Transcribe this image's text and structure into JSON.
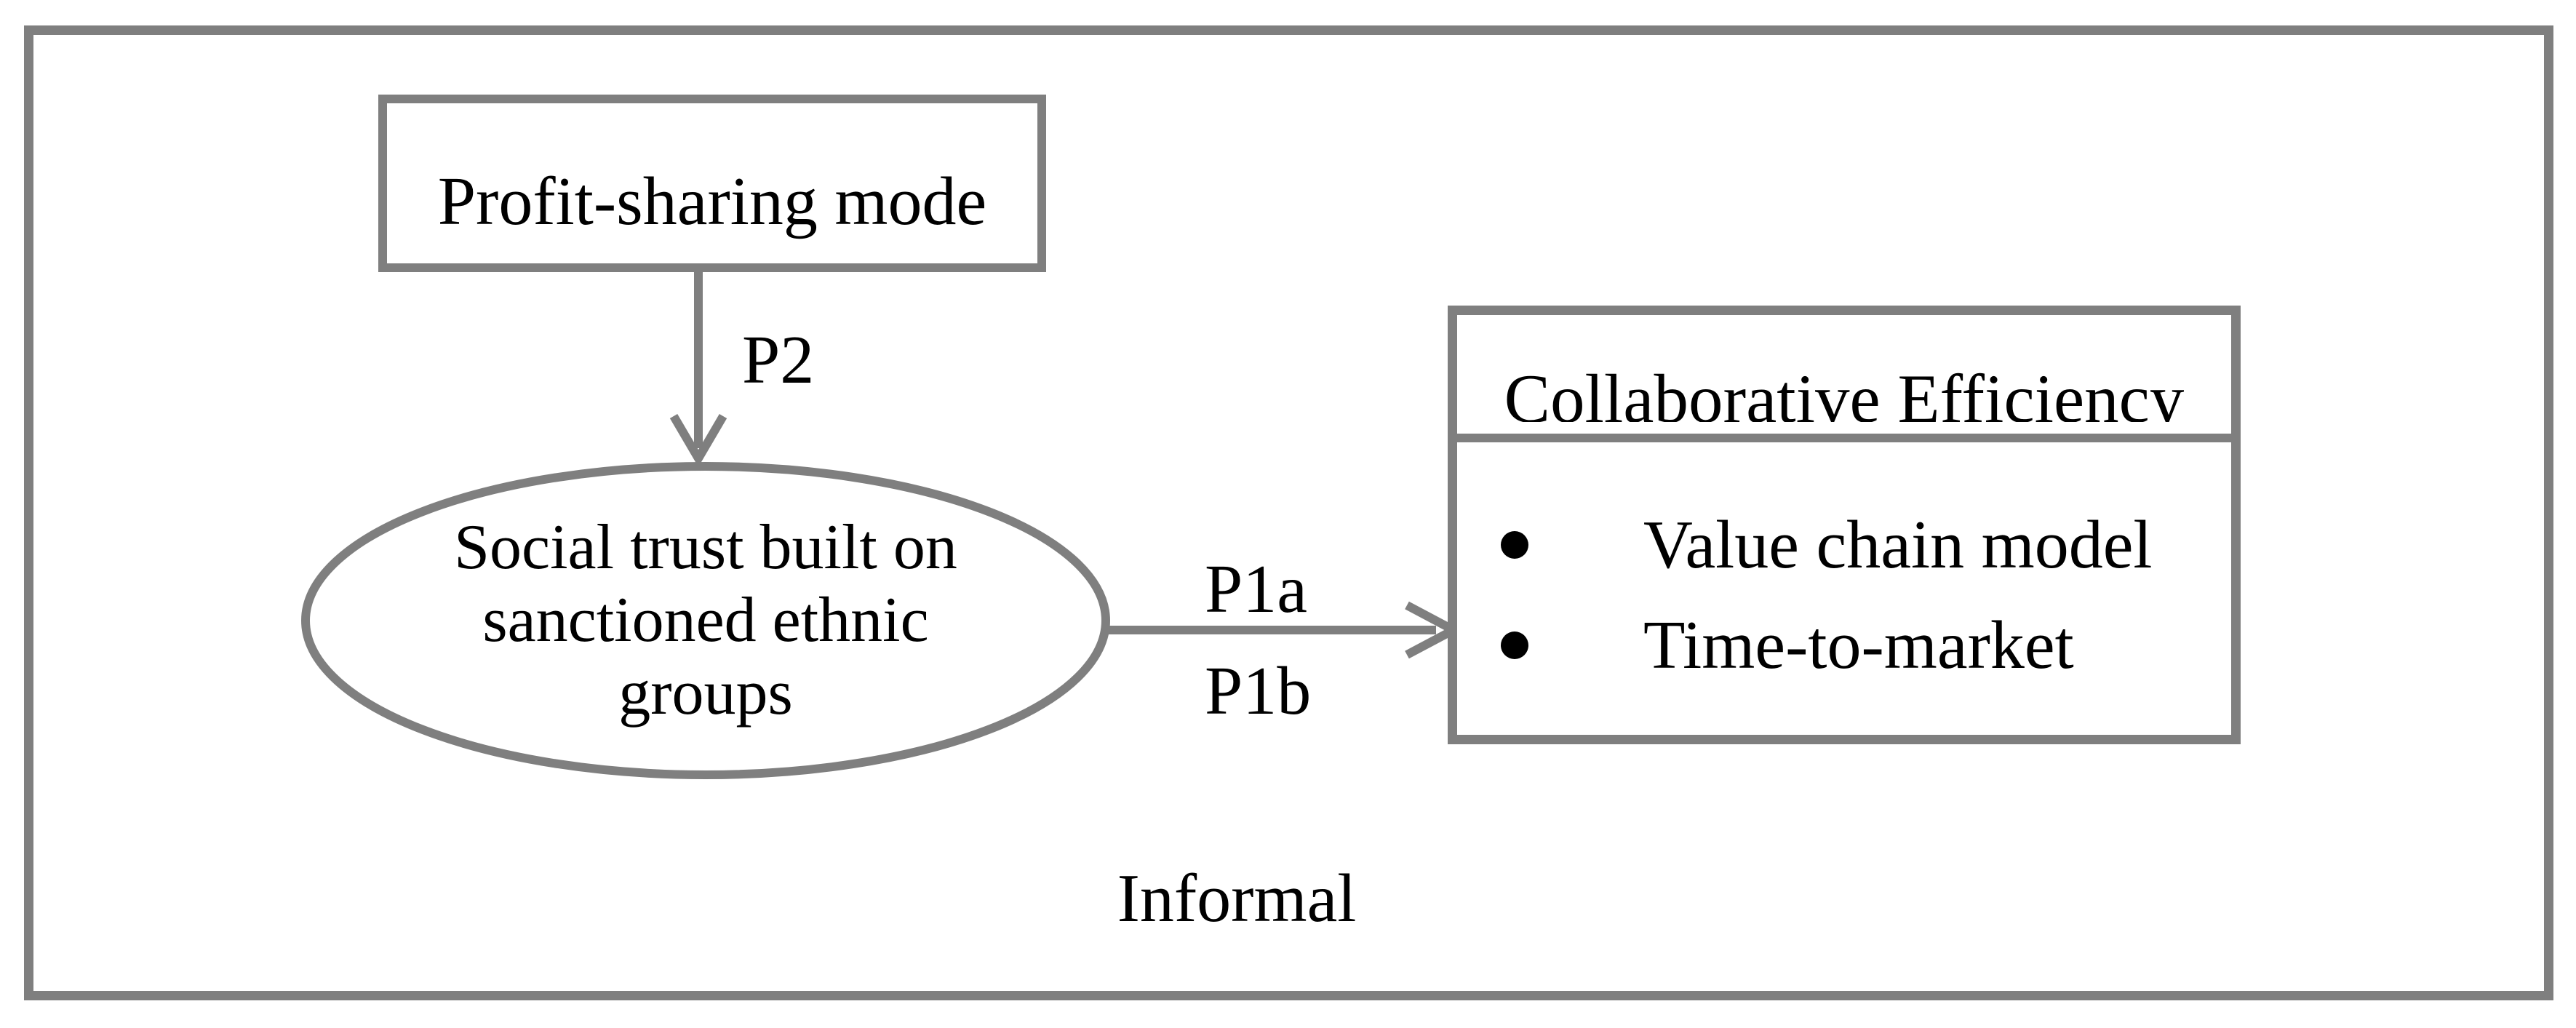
{
  "colors": {
    "line_gray": "#7f7f7f",
    "text_black": "#000000",
    "bullet_black": "#000000",
    "background": "#ffffff"
  },
  "nodes": {
    "profit_box": {
      "label": "Profit-sharing mode"
    },
    "social_trust_ellipse": {
      "lines": [
        "Social trust built on",
        "sanctioned ethnic",
        "groups"
      ]
    },
    "collaborative_box": {
      "title": "Collaborative Efficiency",
      "bullets": [
        {
          "label": "Value chain model"
        },
        {
          "label": "Time-to-market"
        }
      ]
    }
  },
  "edges": {
    "p2": {
      "label": "P2"
    },
    "p1a": {
      "label": "P1a"
    },
    "p1b": {
      "label": "P1b"
    }
  },
  "region": {
    "label": "Informal"
  }
}
